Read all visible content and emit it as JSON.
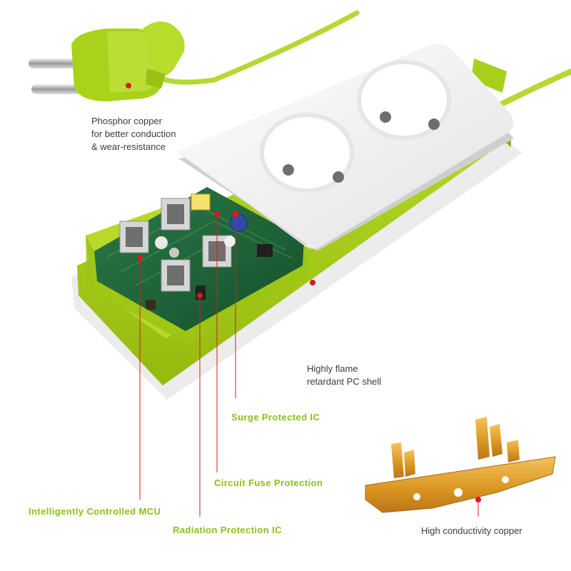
{
  "colors": {
    "body_green": "#a7cc16",
    "cord_green": "#b5d833",
    "shell_white": "#f3f3f3",
    "pcb_green": "#1f6a3e",
    "callout_red": "#e0171f",
    "label_green": "#8cbf14",
    "label_gray": "#3d3d3d",
    "copper": "#e1a437"
  },
  "labels": {
    "phosphor_copper": [
      "Phosphor copper",
      "for better conduction",
      "& wear-resistance"
    ],
    "flame_retardant": [
      "Highly flame",
      "retardant PC shell"
    ],
    "surge_protected": "Surge Protected IC",
    "circuit_fuse": "Circuit Fuse Protection",
    "mcu": "Intelligently Controlled MCU",
    "radiation": "Radiation Protection IC",
    "copper_strip": "High conductivity copper"
  },
  "icons": {
    "plug": "euro-plug-icon",
    "outlet": "round-socket-icon",
    "usb": "usb-port-icon",
    "copper": "copper-contact-strip"
  }
}
